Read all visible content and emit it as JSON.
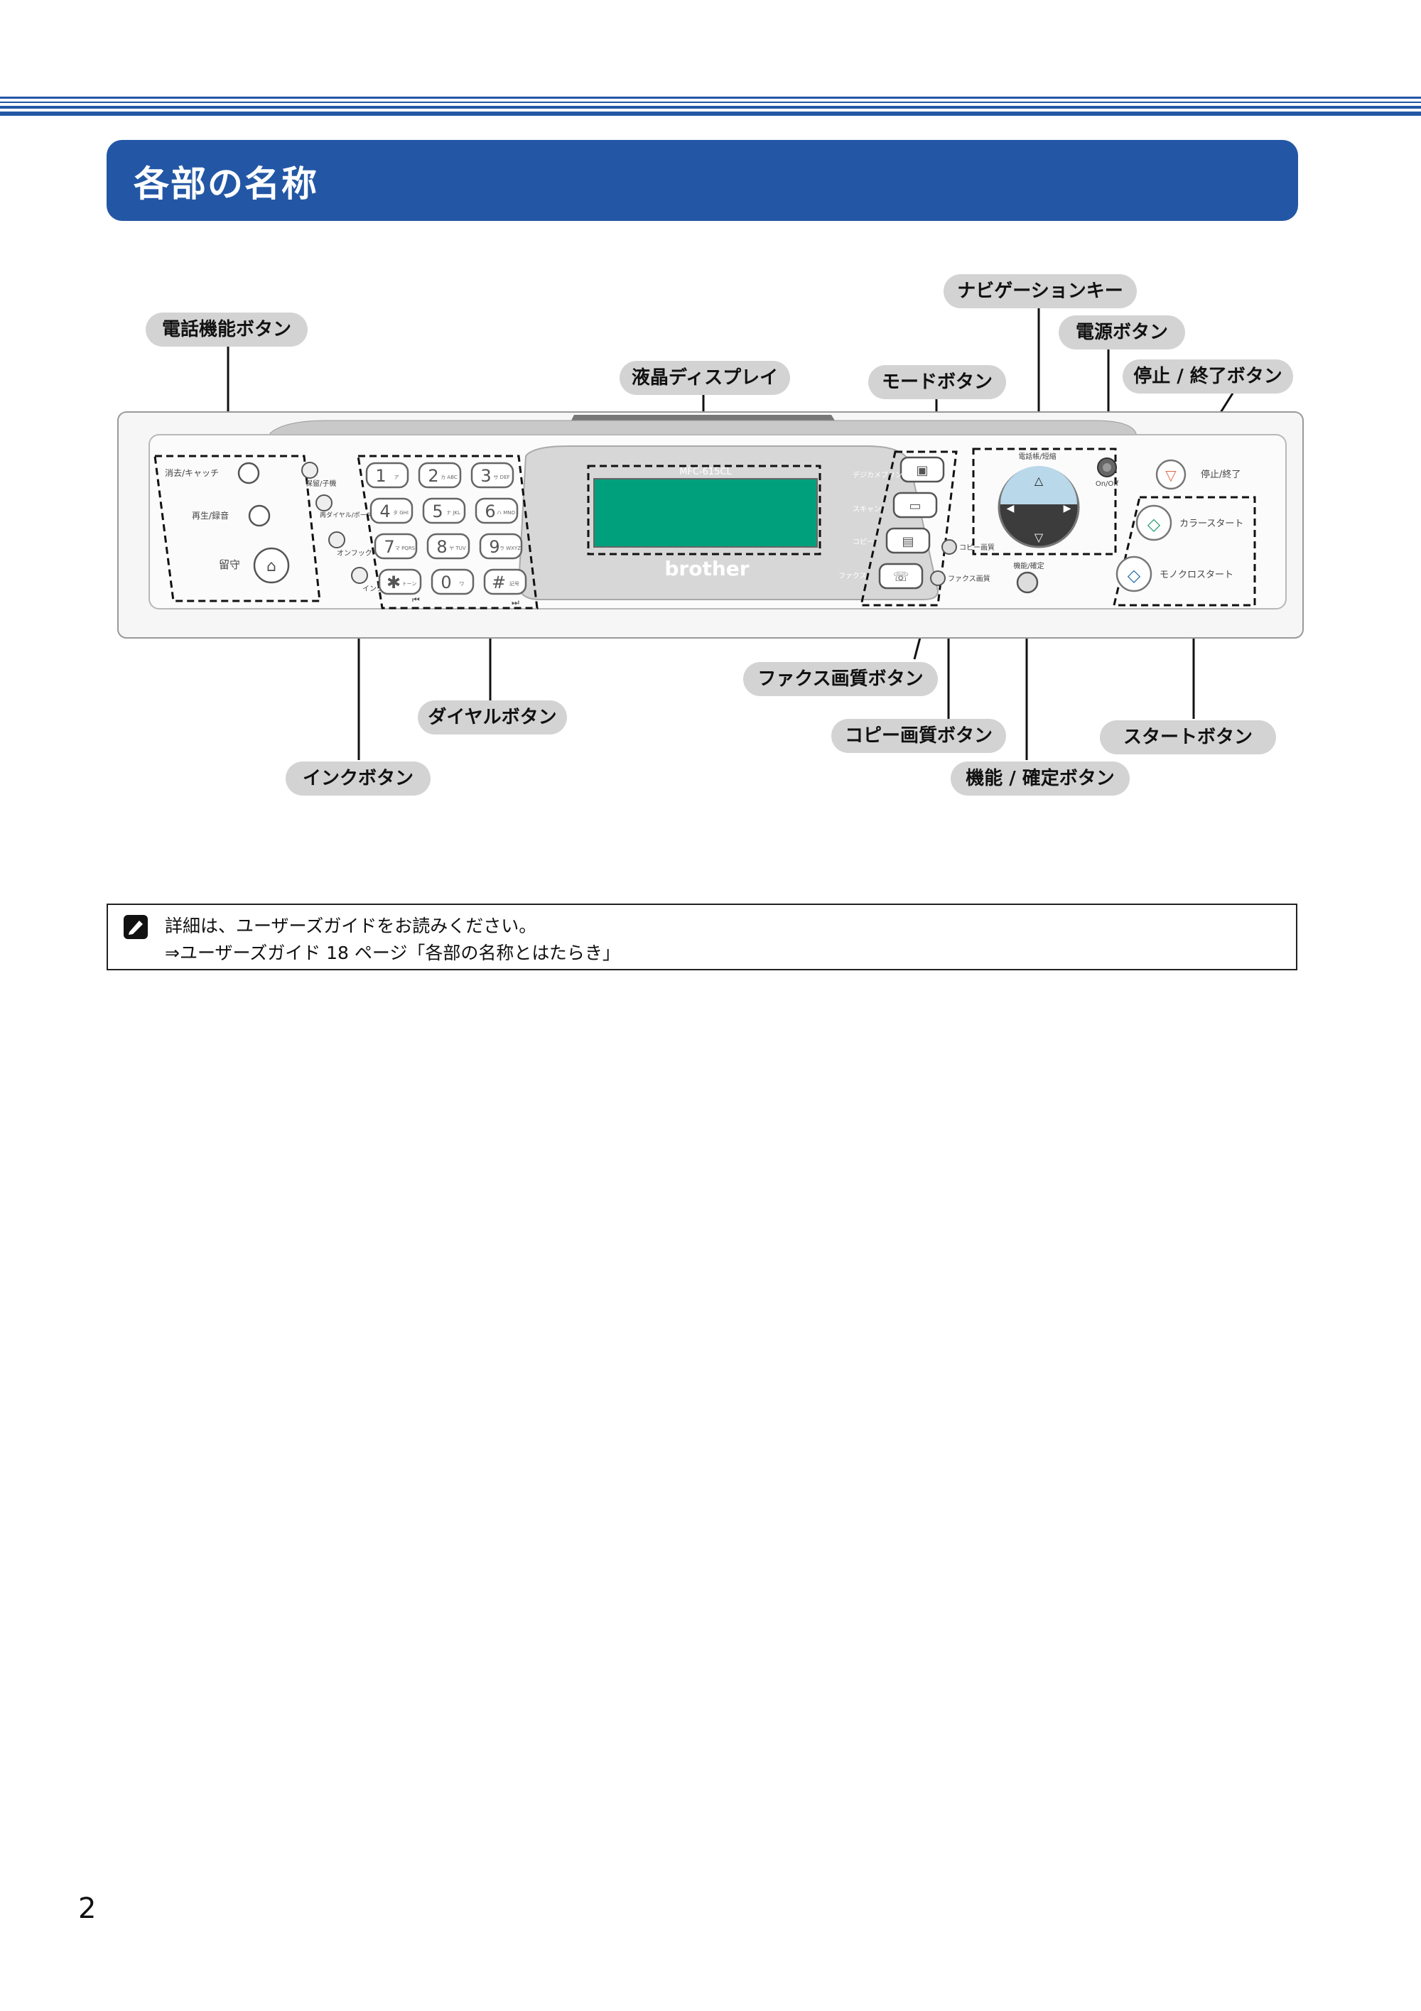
{
  "header": {
    "title": "各部の名称"
  },
  "labels": {
    "phone_buttons": "電話機能ボタン",
    "lcd": "液晶ディスプレイ",
    "mode_buttons": "モードボタン",
    "navigation_keys": "ナビゲーションキー",
    "power_button": "電源ボタン",
    "stop_button": "停止 / 終了ボタン",
    "fax_quality_button": "ファクス画質ボタン",
    "dial_buttons": "ダイヤルボタン",
    "copy_quality_button": "コピー画質ボタン",
    "start_buttons": "スタートボタン",
    "ink_button": "インクボタン",
    "function_button": "機能 / 確定ボタン"
  },
  "panel": {
    "model": "MFC-615CL",
    "brand": "brother",
    "erase_catch": "消去/キャッチ",
    "play_record": "再生/録音",
    "answer": "留守",
    "hold": "保留/子機",
    "redial": "再ダイヤル/ポーズ",
    "onhook": "オンフック",
    "ink": "インク",
    "mode_photo": "デジカメプリント",
    "mode_scan": "スキャン",
    "mode_copy": "コピー",
    "mode_fax": "ファクス",
    "copy_quality": "コピー画質",
    "fax_quality": "ファクス画質",
    "phonebook": "電話帳/短縮",
    "function": "機能/確定",
    "onoff": "On/Off",
    "stop": "停止/終了",
    "color_start": "カラースタート",
    "mono_start": "モノクロスタート",
    "keys": [
      {
        "num": "1",
        "sub": "ア"
      },
      {
        "num": "2",
        "sub": "カ ABC"
      },
      {
        "num": "3",
        "sub": "サ DEF"
      },
      {
        "num": "4",
        "sub": "タ GHI"
      },
      {
        "num": "5",
        "sub": "ナ JKL"
      },
      {
        "num": "6",
        "sub": "ハ MNO"
      },
      {
        "num": "7",
        "sub": "マ PQRS"
      },
      {
        "num": "8",
        "sub": "ヤ TUV"
      },
      {
        "num": "9",
        "sub": "ラ WXYZ"
      },
      {
        "num": "✱",
        "sub": "トーン"
      },
      {
        "num": "0",
        "sub": "ワ"
      },
      {
        "num": "#",
        "sub": "記号"
      }
    ],
    "skip_back": "⏮",
    "skip_fwd": "⏭"
  },
  "note": {
    "line1": "詳細は、ユーザーズガイドをお読みください。",
    "line2": "⇒ユーザーズガイド 18 ページ「各部の名称とはたらき」"
  },
  "page_number": "2"
}
